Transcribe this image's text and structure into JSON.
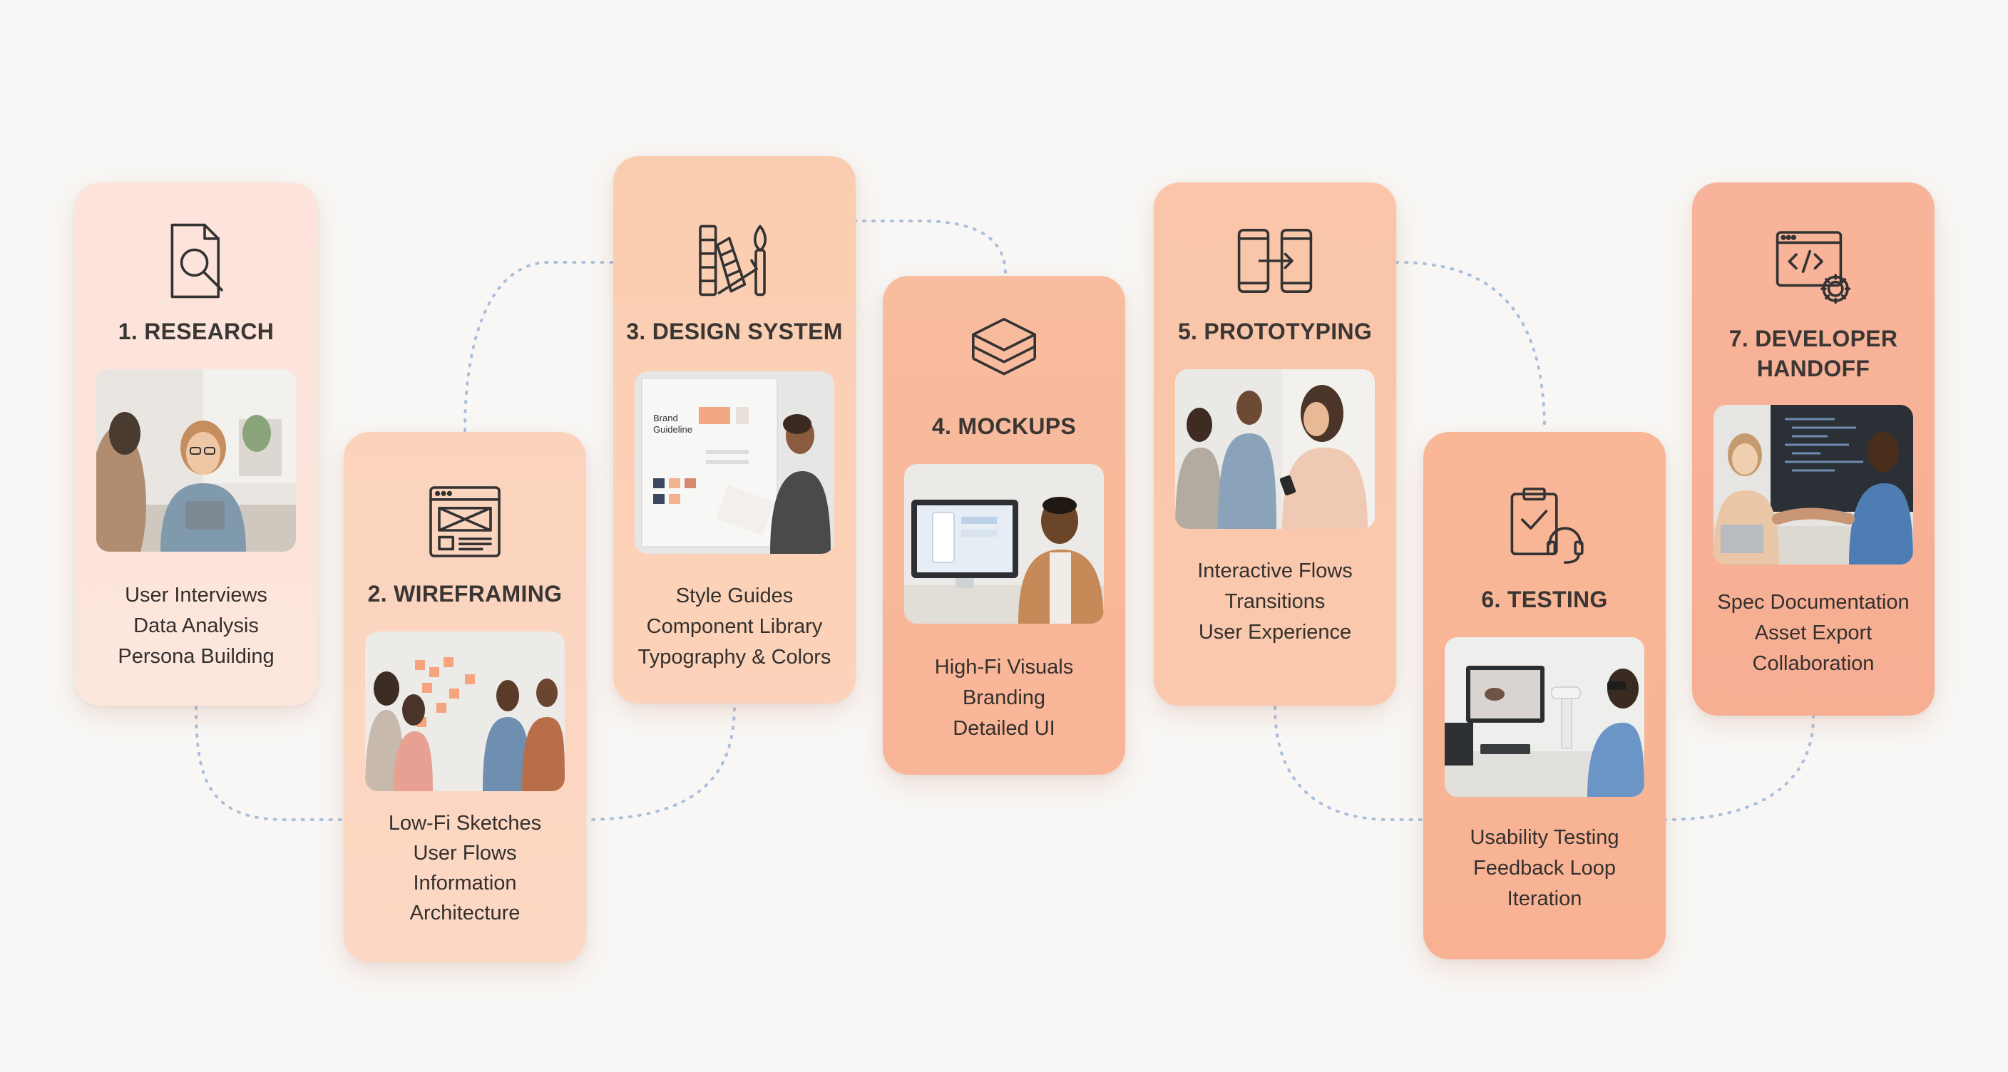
{
  "steps": [
    {
      "title": "1. RESEARCH",
      "icon": "document-magnifier-icon",
      "photo": "interview-photo",
      "lines": [
        "User Interviews",
        "Data Analysis",
        "Persona Building"
      ]
    },
    {
      "title": "2. WIREFRAMING",
      "icon": "wireframe-browser-icon",
      "photo": "sticky-notes-wall-photo",
      "lines": [
        "Low-Fi Sketches",
        "User Flows",
        "Information",
        "Architecture"
      ]
    },
    {
      "title": "3. DESIGN SYSTEM",
      "icon": "swatches-brush-icon",
      "photo": "brand-guideline-board-photo",
      "lines": [
        "Style Guides",
        "Component Library",
        "Typography & Colors"
      ]
    },
    {
      "title": "4. MOCKUPS",
      "icon": "stacked-layers-icon",
      "photo": "designer-at-monitor-photo",
      "lines": [
        "High-Fi Visuals",
        "Branding",
        "Detailed UI"
      ]
    },
    {
      "title": "5. PROTOTYPING",
      "icon": "phones-arrow-icon",
      "photo": "team-with-phone-photo",
      "lines": [
        "Interactive Flows",
        "Transitions",
        "User Experience"
      ]
    },
    {
      "title": "6. TESTING",
      "icon": "clipboard-headset-icon",
      "photo": "eye-tracking-lab-photo",
      "lines": [
        "Usability Testing",
        "Feedback Loop",
        "Iteration"
      ]
    },
    {
      "title": "7. DEVELOPER\nHANDOFF",
      "icon": "code-window-gear-icon",
      "photo": "handshake-photo",
      "lines": [
        "Spec Documentation",
        "Asset Export",
        "Collaboration"
      ]
    }
  ],
  "colors": {
    "connector": "#a9bfdc",
    "icon_stroke": "#333333",
    "title_text": "#3a3634"
  }
}
